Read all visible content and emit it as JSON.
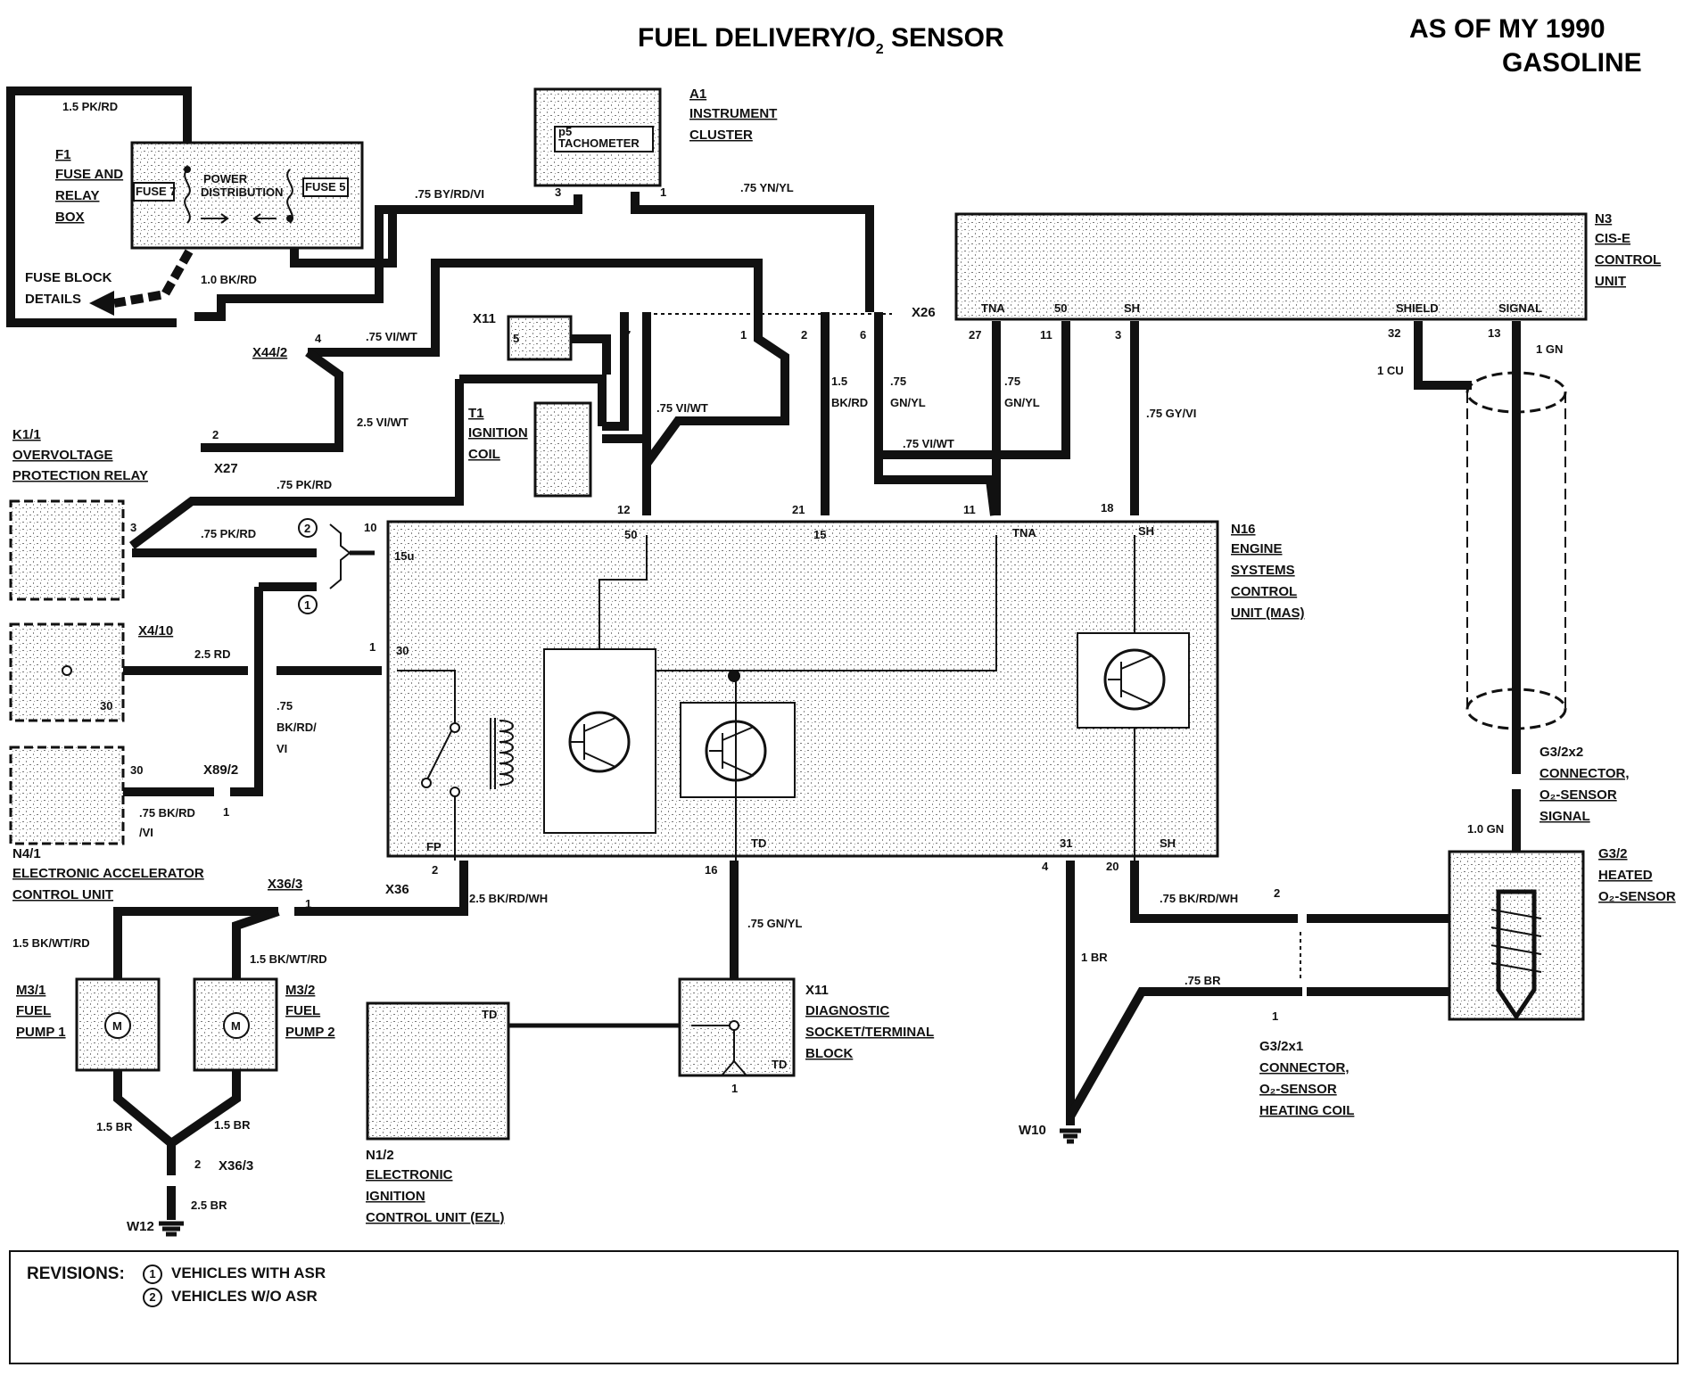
{
  "title": {
    "main": "FUEL DELIVERY/O",
    "sub": "2",
    "rest": " SENSOR"
  },
  "corner": {
    "line1": "AS OF MY 1990",
    "line2": "GASOLINE"
  },
  "components": {
    "f1": {
      "id": "F1",
      "l1": "FUSE AND",
      "l2": "RELAY",
      "l3": "BOX",
      "fuse7": "FUSE 7",
      "fuse5": "FUSE 5",
      "pd1": "POWER",
      "pd2": "DISTRIBUTION"
    },
    "fuse_block": {
      "l1": "FUSE BLOCK",
      "l2": "DETAILS"
    },
    "a1": {
      "id": "A1",
      "l1": "INSTRUMENT",
      "l2": "CLUSTER",
      "p5": "p5",
      "tach": "TACHOMETER"
    },
    "n3": {
      "id": "N3",
      "l1": "CIS-E",
      "l2": "CONTROL",
      "l3": "UNIT",
      "tna": "TNA",
      "p50": "50",
      "sh": "SH",
      "shield": "SHIELD",
      "signal": "SIGNAL"
    },
    "x11a": {
      "id": "X11",
      "pin": "5"
    },
    "x44": {
      "id": "X44/2",
      "pin": "4"
    },
    "x27": {
      "id": "X27",
      "pin": "2"
    },
    "t1": {
      "id": "T1",
      "l1": "IGNITION",
      "l2": "COIL"
    },
    "k1": {
      "id": "K1/1",
      "l1": "OVERVOLTAGE",
      "l2": "PROTECTION RELAY",
      "pin": "3"
    },
    "x4": {
      "id": "X4/10",
      "pin": "30"
    },
    "n4": {
      "id": "N4/1",
      "l1": "ELECTRONIC ACCELERATOR",
      "l2": "CONTROL UNIT",
      "pin": "30"
    },
    "x89": {
      "id": "X89/2",
      "pin": "1"
    },
    "n16": {
      "id": "N16",
      "l1": "ENGINE",
      "l2": "SYSTEMS",
      "l3": "CONTROL",
      "l4": "UNIT (MAS)",
      "p50": "50",
      "p15": "15",
      "tna": "TNA",
      "sh": "SH",
      "p15u": "15u",
      "p30": "30",
      "fp": "FP",
      "td": "TD",
      "p31": "31",
      "sh2": "SH"
    },
    "x36_3": {
      "id": "X36/3",
      "pin": "1"
    },
    "x36": {
      "id": "X36"
    },
    "m31": {
      "id": "M3/1",
      "l1": "FUEL",
      "l2": "PUMP 1",
      "m": "M"
    },
    "m32": {
      "id": "M3/2",
      "l1": "FUEL",
      "l2": "PUMP 2",
      "m": "M"
    },
    "x36_3b": {
      "id": "X36/3",
      "pin": "2"
    },
    "w12": {
      "id": "W12"
    },
    "n12": {
      "id": "N1/2",
      "l1": "ELECTRONIC",
      "l2": "IGNITION",
      "l3": "CONTROL UNIT (EZL)",
      "td": "TD"
    },
    "x11b": {
      "id": "X11",
      "l1": "DIAGNOSTIC",
      "l2": "SOCKET/TERMINAL",
      "l3": "BLOCK",
      "td": "TD",
      "pin": "1"
    },
    "w10": {
      "id": "W10"
    },
    "g32": {
      "id": "G3/2",
      "l1": "HEATED",
      "l2": "O₂-SENSOR"
    },
    "g32x2": {
      "id": "G3/2x2",
      "l1": "CONNECTOR,",
      "l2": "O₂-SENSOR",
      "l3": "SIGNAL"
    },
    "g32x1": {
      "id": "G3/2x1",
      "l1": "CONNECTOR,",
      "l2": "O₂-SENSOR",
      "l3": "HEATING COIL",
      "pin2": "2",
      "pin1": "1"
    },
    "x26": {
      "id": "X26"
    }
  },
  "wires": {
    "w1": "1.5 PK/RD",
    "w2": "1.0 BK/RD",
    "w3": ".75 BY/RD/VI",
    "w4": ".75 YN/YL",
    "w5": ".75 VI/WT",
    "w6": "2.5 VI/WT",
    "w7": ".75 VI/WT",
    "w8a": "1.5",
    "w8b": "BK/RD",
    "w9a": ".75",
    "w9b": "GN/YL",
    "w10": ".75 VI/WT",
    "w11a": ".75",
    "w11b": "GN/YL",
    "w12": ".75 GY/VI",
    "w13": "1 GN",
    "w14": "1 CU",
    "w15": ".75 PK/RD",
    "w16": ".75 PK/RD",
    "w17": "2.5 RD",
    "w18a": ".75",
    "w18b": "BK/RD/",
    "w18c": "VI",
    "w19a": ".75 BK/RD",
    "w19b": "/VI",
    "w20": "2.5 BK/RD/WH",
    "w21": ".75 GN/YL",
    "w22": "1 BR",
    "w23": ".75 BK/RD/WH",
    "w24": ".75 BR",
    "w25": "1.0 GN",
    "w26": "1.5 BK/WT/RD",
    "w27": "1.5 BK/WT/RD",
    "w28": "1.5 BR",
    "w29": "1.5 BR",
    "w30": "2.5 BR"
  },
  "pins": {
    "x26_7": "7",
    "x26_1": "1",
    "x26_2": "2",
    "x26_6": "6",
    "n3_27": "27",
    "n3_11": "11",
    "n3_3": "3",
    "n3_32": "32",
    "n3_13": "13",
    "a1_3": "3",
    "a1_1": "1",
    "n16_12": "12",
    "n16_21": "21",
    "n16_11": "11",
    "n16_18": "18",
    "n16_10": "10",
    "n16_1": "1",
    "n16_2": "2",
    "n16_16": "16",
    "n16_4": "4",
    "n16_20": "20"
  },
  "revision_markers": {
    "r1": "1",
    "r2": "2"
  },
  "revisions": {
    "label": "REVISIONS:",
    "items": [
      {
        "num": "1",
        "text": "VEHICLES WITH ASR"
      },
      {
        "num": "2",
        "text": "VEHICLES W/O ASR"
      }
    ]
  }
}
